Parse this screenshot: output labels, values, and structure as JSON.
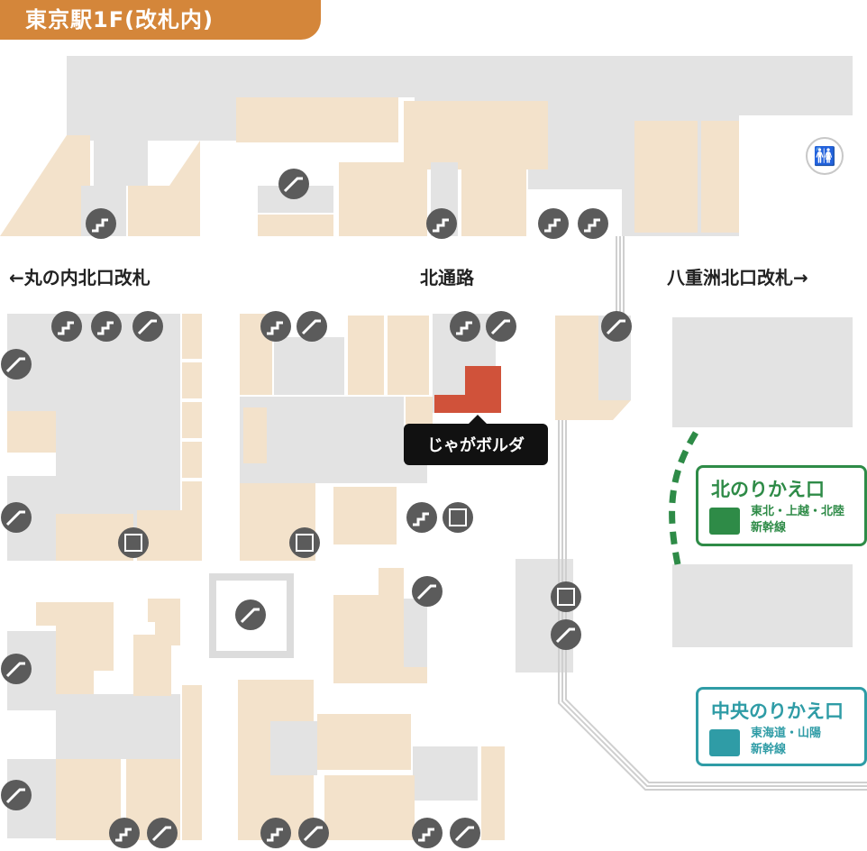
{
  "map": {
    "title": "東京駅1F(改札内)",
    "labels": {
      "marunouchi_north_gate": "←丸の内北口改札",
      "north_passage": "北通路",
      "yaesu_north_gate": "八重洲北口改札→"
    },
    "highlighted_shop": "じゃがボルダ",
    "transfers": [
      {
        "title": "北のりかえ口",
        "lines": [
          "東北・上越・北陸",
          "新幹線"
        ],
        "color": "#2e8b47"
      },
      {
        "title": "中央のりかえ口",
        "lines": [
          "東海道・山陽",
          "新幹線"
        ],
        "color": "#2f9ca6"
      }
    ],
    "colors": {
      "title_bg": "#d4863a",
      "shop_block": "#f3e2cb",
      "area_gray": "#e3e3e3",
      "highlight": "#d0523a",
      "icon_dark": "#5b5b5b"
    },
    "icons": {
      "escalator": "escalator-icon",
      "stairs": "stairs-icon",
      "elevator": "elevator-icon",
      "toilet": "restroom-icon",
      "train": "shinkansen-icon"
    }
  }
}
